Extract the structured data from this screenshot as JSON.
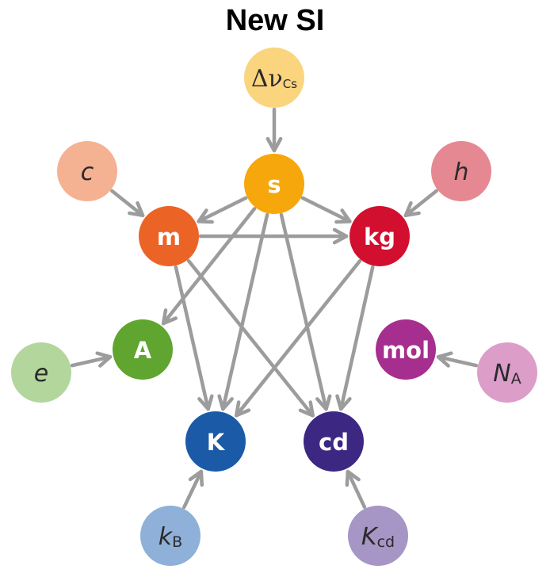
{
  "title": "New SI",
  "colors": {
    "edge": "#9c9c9c"
  },
  "nodes": [
    {
      "id": "dnu",
      "kind": "constant",
      "main": "Δν",
      "sub": "Cs",
      "italic": false,
      "color": "#fbd47e"
    },
    {
      "id": "c",
      "kind": "constant",
      "main": "c",
      "sub": "",
      "italic": true,
      "color": "#f4b293"
    },
    {
      "id": "h",
      "kind": "constant",
      "main": "h",
      "sub": "",
      "italic": true,
      "color": "#e58891"
    },
    {
      "id": "e",
      "kind": "constant",
      "main": "e",
      "sub": "",
      "italic": true,
      "color": "#b3d69c"
    },
    {
      "id": "NA",
      "kind": "constant",
      "main": "N",
      "sub": "A",
      "italic": true,
      "color": "#dc9dc9"
    },
    {
      "id": "kB",
      "kind": "constant",
      "main": "k",
      "sub": "B",
      "italic": true,
      "color": "#8fb0d8"
    },
    {
      "id": "Kcd",
      "kind": "constant",
      "main": "K",
      "sub": "cd",
      "italic": true,
      "color": "#a596c5"
    },
    {
      "id": "s",
      "kind": "unit",
      "main": "s",
      "sub": "",
      "color": "#f6a70b"
    },
    {
      "id": "m",
      "kind": "unit",
      "main": "m",
      "sub": "",
      "color": "#eb6426"
    },
    {
      "id": "kg",
      "kind": "unit",
      "main": "kg",
      "sub": "",
      "color": "#d20f2f"
    },
    {
      "id": "A",
      "kind": "unit",
      "main": "A",
      "sub": "",
      "color": "#5fa52f"
    },
    {
      "id": "mol",
      "kind": "unit",
      "main": "mol",
      "sub": "",
      "color": "#a62e8f"
    },
    {
      "id": "K",
      "kind": "unit",
      "main": "K",
      "sub": "",
      "color": "#1b5aa7"
    },
    {
      "id": "cd",
      "kind": "unit",
      "main": "cd",
      "sub": "",
      "color": "#3c2782"
    }
  ],
  "edges": [
    [
      "dnu",
      "s"
    ],
    [
      "c",
      "m"
    ],
    [
      "h",
      "kg"
    ],
    [
      "e",
      "A"
    ],
    [
      "NA",
      "mol"
    ],
    [
      "kB",
      "K"
    ],
    [
      "Kcd",
      "cd"
    ],
    [
      "s",
      "m"
    ],
    [
      "s",
      "kg"
    ],
    [
      "s",
      "A"
    ],
    [
      "s",
      "K"
    ],
    [
      "s",
      "cd"
    ],
    [
      "m",
      "kg"
    ],
    [
      "m",
      "K"
    ],
    [
      "m",
      "cd"
    ],
    [
      "kg",
      "K"
    ],
    [
      "kg",
      "cd"
    ]
  ]
}
